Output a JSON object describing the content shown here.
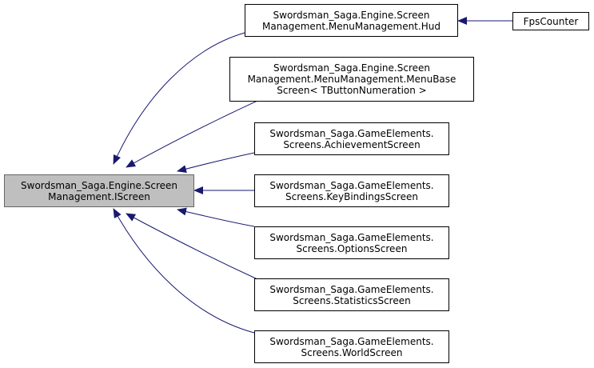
{
  "colors": {
    "edge": "#191970",
    "focus_fill": "#bfbfbf",
    "node_border": "#000000"
  },
  "nodes": {
    "iscreen": {
      "lines": [
        "Swordsman_Saga.Engine.Screen",
        "Management.IScreen"
      ]
    },
    "hud": {
      "lines": [
        "Swordsman_Saga.Engine.Screen",
        "Management.MenuManagement.Hud"
      ]
    },
    "fpscounter": {
      "lines": [
        "FpsCounter"
      ]
    },
    "menubase": {
      "lines": [
        "Swordsman_Saga.Engine.Screen",
        "Management.MenuManagement.MenuBase",
        "Screen< TButtonNumeration >"
      ]
    },
    "achievement": {
      "lines": [
        "Swordsman_Saga.GameElements.",
        "Screens.AchievementScreen"
      ]
    },
    "keybindings": {
      "lines": [
        "Swordsman_Saga.GameElements.",
        "Screens.KeyBindingsScreen"
      ]
    },
    "options": {
      "lines": [
        "Swordsman_Saga.GameElements.",
        "Screens.OptionsScreen"
      ]
    },
    "statistics": {
      "lines": [
        "Swordsman_Saga.GameElements.",
        "Screens.StatisticsScreen"
      ]
    },
    "world": {
      "lines": [
        "Swordsman_Saga.GameElements.",
        "Screens.WorldScreen"
      ]
    }
  },
  "edges": [
    {
      "from": "hud",
      "to": "iscreen"
    },
    {
      "from": "menubase",
      "to": "iscreen"
    },
    {
      "from": "achievement",
      "to": "iscreen"
    },
    {
      "from": "keybindings",
      "to": "iscreen"
    },
    {
      "from": "options",
      "to": "iscreen"
    },
    {
      "from": "statistics",
      "to": "iscreen"
    },
    {
      "from": "world",
      "to": "iscreen"
    },
    {
      "from": "fpscounter",
      "to": "hud"
    }
  ]
}
